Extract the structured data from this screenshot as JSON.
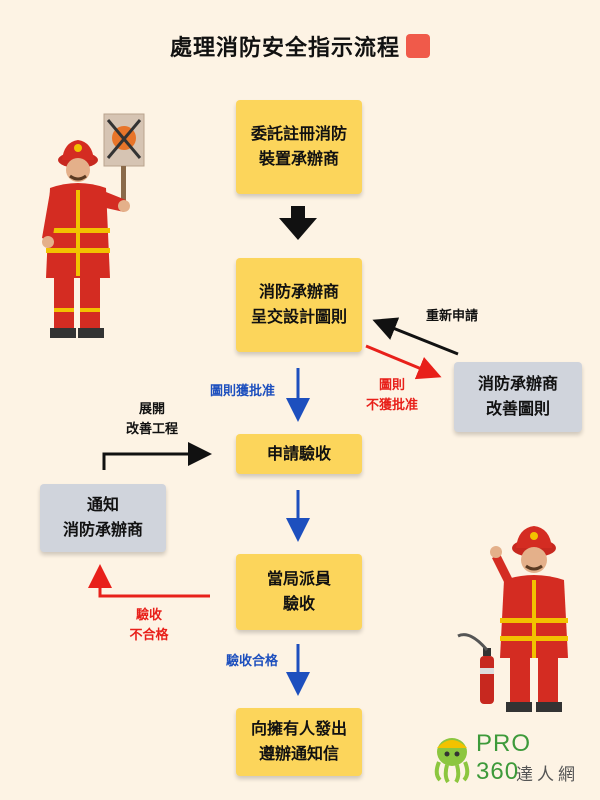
{
  "title": "處理消防安全指示流程",
  "title_icon": "megaphone-icon",
  "colors": {
    "background": "#fdf3e4",
    "step_box": "#fcd55b",
    "side_box": "#d0d4dc",
    "approve_path": "#1d4fbe",
    "reject_path": "#e8201a"
  },
  "steps": [
    {
      "lines": [
        "委託註冊消防",
        "裝置承辦商"
      ]
    },
    {
      "lines": [
        "消防承辦商",
        "呈交設計圖則"
      ]
    },
    {
      "lines": [
        "申請驗收"
      ]
    },
    {
      "lines": [
        "當局派員",
        "驗收"
      ]
    },
    {
      "lines": [
        "向擁有人發出",
        "遵辦通知信"
      ]
    }
  ],
  "side_boxes": {
    "revise": {
      "lines": [
        "消防承辦商",
        "改善圖則"
      ]
    },
    "notify": {
      "lines": [
        "通知",
        "消防承辦商"
      ]
    }
  },
  "labels": {
    "plan_approved": "圖則獲批准",
    "plan_rejected": [
      "圖則",
      "不獲批准"
    ],
    "reapply": "重新申請",
    "start_works": [
      "展開",
      "改善工程"
    ],
    "inspection_failed": [
      "驗收",
      "不合格"
    ],
    "inspection_passed": "驗收合格"
  },
  "logo": {
    "brand": "PRO 360",
    "sub": "達人網"
  }
}
